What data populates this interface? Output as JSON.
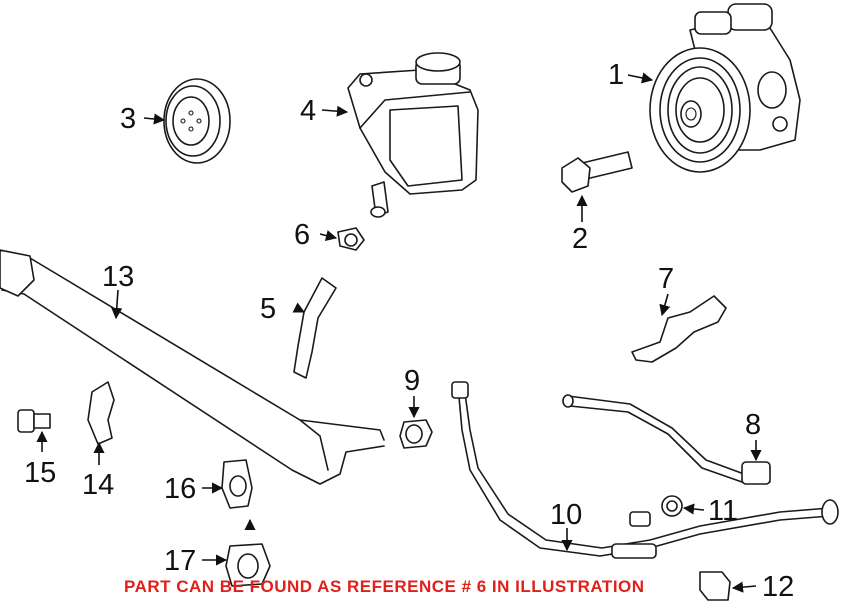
{
  "callouts": {
    "c1": "1",
    "c2": "2",
    "c3": "3",
    "c4": "4",
    "c5": "5",
    "c6": "6",
    "c7": "7",
    "c8": "8",
    "c9": "9",
    "c10": "10",
    "c11": "11",
    "c12": "12",
    "c13": "13",
    "c14": "14",
    "c15": "15",
    "c16": "16",
    "c17": "17"
  },
  "note": {
    "text": "PART CAN BE FOUND AS REFERENCE # 6 IN ILLUSTRATION",
    "color": "#e0201b"
  }
}
